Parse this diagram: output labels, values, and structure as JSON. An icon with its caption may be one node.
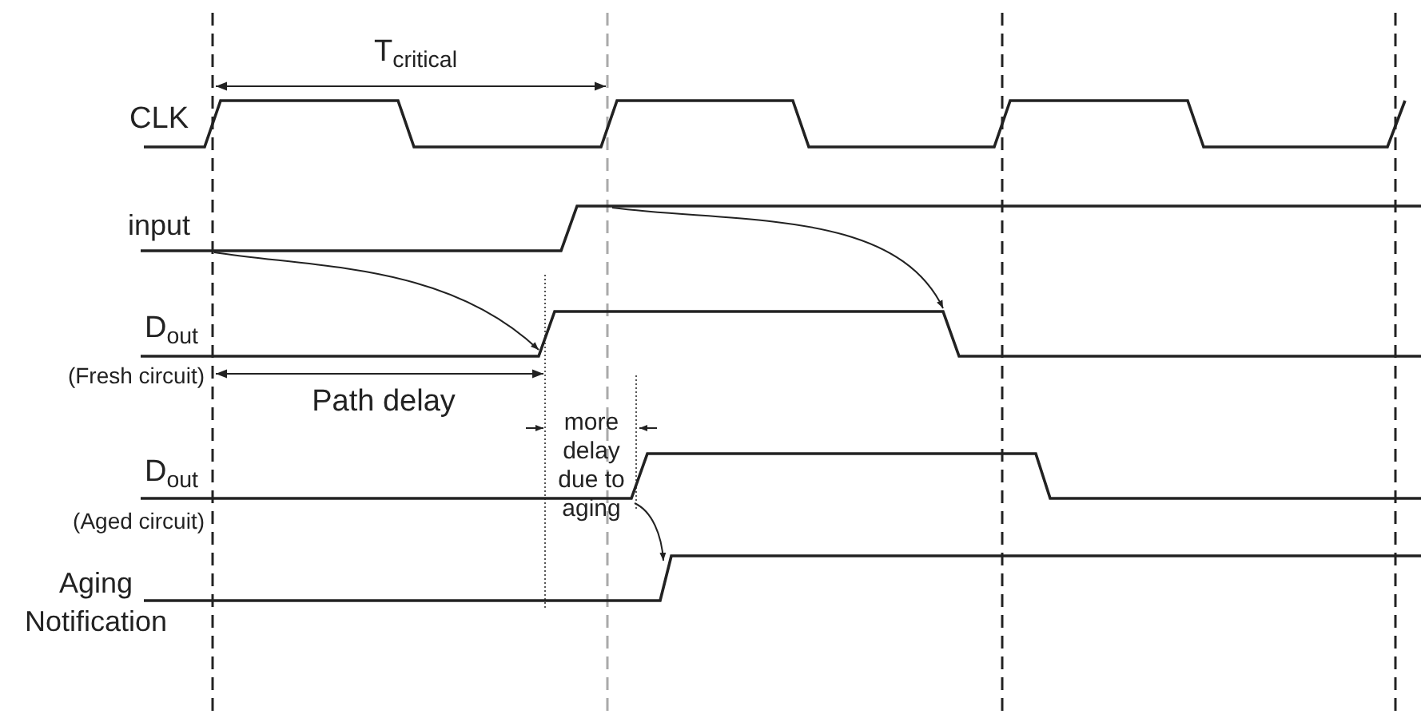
{
  "diagram": {
    "labels": [
      "T$_{critical}$",
      "CLK",
      "input",
      "D$_{out}$",
      "(Fresh circuit)",
      "Path delay",
      "more delay due to aging",
      "D$_{out}$",
      "(Aged circuit)",
      "Aging Notification"
    ]
  }
}
